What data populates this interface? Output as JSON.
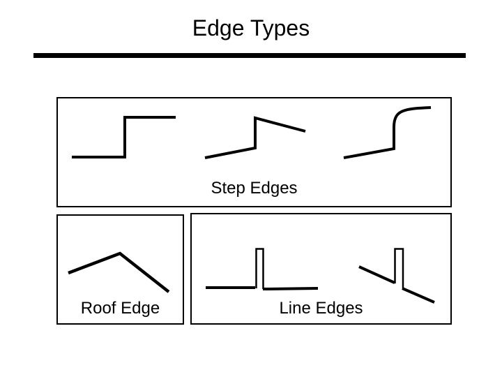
{
  "slide": {
    "title": "Edge Types"
  },
  "colors": {
    "ink": "#000000",
    "background": "#ffffff"
  },
  "panels": {
    "step_edges": {
      "label": "Step Edges",
      "drawings": [
        "sharp-step-edge-icon",
        "ramp-step-edge-icon",
        "smooth-step-edge-icon"
      ]
    },
    "roof_edge": {
      "label": "Roof Edge",
      "drawings": [
        "roof-edge-icon"
      ]
    },
    "line_edges": {
      "label": "Line Edges",
      "drawings": [
        "line-pulse-on-flat-icon",
        "line-pulse-on-slope-icon"
      ]
    }
  }
}
